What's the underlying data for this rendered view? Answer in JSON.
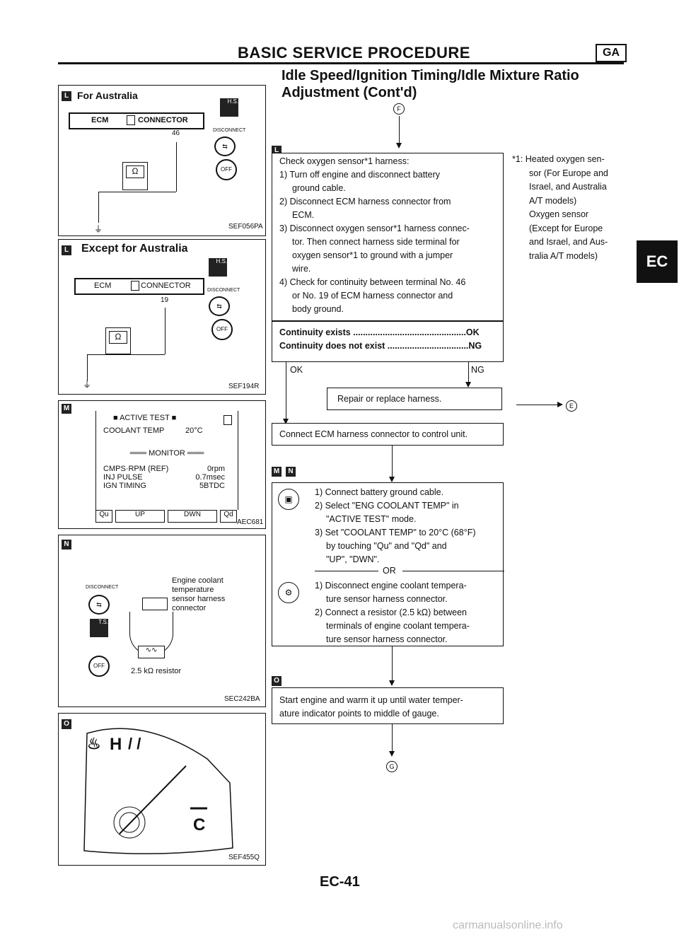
{
  "header": {
    "title": "BASIC SERVICE PROCEDURE",
    "badge": "GA"
  },
  "section": {
    "title_line1": "Idle Speed/Ignition Timing/Idle Mixture Ratio",
    "title_line2": "Adjustment (Cont'd)"
  },
  "figures": {
    "australia": {
      "heading": "For Australia",
      "connector": "ECM",
      "connector2": "CONNECTOR",
      "terminal": "46",
      "disconnect": "DISCONNECT",
      "hs": "H.S.",
      "off": "OFF",
      "ohm": "Ω",
      "code": "SEF056PA"
    },
    "except": {
      "heading": "Except for Australia",
      "connector": "ECM",
      "connector2": "CONNECTOR",
      "terminal": "19",
      "disconnect": "DISCONNECT",
      "hs": "H.S.",
      "off": "OFF",
      "ohm": "Ω",
      "code": "SEF194R"
    },
    "monitor": {
      "active_test": "■ ACTIVE TEST ■",
      "coolant_label": "COOLANT TEMP",
      "coolant_value": "20°C",
      "monitor_label": "MONITOR",
      "rows": [
        {
          "label": "CMPS·RPM (REF)",
          "value": "0rpm"
        },
        {
          "label": "INJ PULSE",
          "value": "0.7msec"
        },
        {
          "label": "IGN TIMING",
          "value": "5BTDC"
        }
      ],
      "buttons": [
        "Qu",
        "UP",
        "DWN",
        "Qd"
      ],
      "code": "AEC681"
    },
    "resistor": {
      "disconnect": "DISCONNECT",
      "label_line1": "Engine coolant",
      "label_line2": "temperature",
      "label_line3": "sensor harness",
      "label_line4": "connector",
      "ts": "T.S.",
      "off": "OFF",
      "resistor_label": "2.5 kΩ  resistor",
      "code": "SEC242BA"
    },
    "gauge": {
      "hot": "H",
      "cold": "C",
      "code": "SEF455Q"
    }
  },
  "flow": {
    "marker_f": "F",
    "step_l": "L",
    "check_box": [
      "Check oxygen sensor*1 harness:",
      "1) Turn off engine and disconnect battery",
      "ground cable.",
      "2) Disconnect ECM harness connector from",
      "ECM.",
      "3) Disconnect oxygen sensor*1 harness connec-",
      "tor. Then connect harness side terminal for",
      "oxygen sensor*1 to ground with a jumper",
      "wire.",
      "4) Check for continuity between terminal No. 46",
      "or No. 19 of ECM harness connector and",
      "body ground."
    ],
    "result_ok": "Continuity exists ..............................................OK",
    "result_ng": "Continuity does not exist .................................NG",
    "ok_label": "OK",
    "ng_label": "NG",
    "repair_box": "Repair or replace harness.",
    "marker_e": "E",
    "connect_box": "Connect ECM harness connector to control unit.",
    "step_m": "M",
    "step_n": "N",
    "consult_steps": [
      "1) Connect battery ground cable.",
      "2) Select \"ENG COOLANT TEMP\" in",
      "\"ACTIVE TEST\" mode.",
      "3) Set \"COOLANT TEMP\" to 20°C (68°F)",
      "by touching \"Qu\" and \"Qd\" and",
      "\"UP\", \"DWN\"."
    ],
    "or_label": "OR",
    "alt_steps": [
      "1) Disconnect engine coolant tempera-",
      "ture sensor harness connector.",
      "2) Connect a resistor (2.5 kΩ) between",
      "terminals of engine coolant tempera-",
      "ture sensor harness connector."
    ],
    "step_o": "O",
    "start_box_line1": "Start engine and warm it up until water temper-",
    "start_box_line2": "ature indicator points to middle of gauge.",
    "marker_g": "G"
  },
  "notes": [
    "*1: Heated oxygen sen-",
    "sor (For Europe and",
    "Israel, and Australia",
    "A/T models)",
    "Oxygen sensor",
    "(Except for Europe",
    "and Israel, and Aus-",
    "tralia A/T models)"
  ],
  "tab": "EC",
  "page_number": "EC-41",
  "watermark": "carmanualsonline.info"
}
